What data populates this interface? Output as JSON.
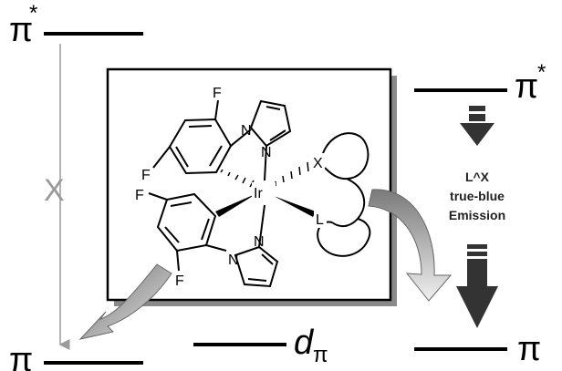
{
  "levels": {
    "left_top": {
      "symbol": "π",
      "superscript": "*"
    },
    "left_bottom": {
      "symbol": "π"
    },
    "right_top": {
      "symbol": "π",
      "superscript": "*"
    },
    "right_bottom": {
      "symbol": "π"
    },
    "middle_bottom": {
      "symbol": "d",
      "subscript": "π"
    }
  },
  "gap_label": "X",
  "emission_label": [
    "L^X",
    "true-blue",
    "Emission"
  ],
  "atoms": {
    "F": "F",
    "N": "N",
    "Ir": "Ir",
    "X": "X",
    "L": "L"
  },
  "colors": {
    "line": "#000000",
    "gap_arrow": "#9a9a9a",
    "frame_shadow": "#8a8a8a",
    "arrow_dark": "#333333",
    "arrow_light": "#d0d0d0"
  }
}
